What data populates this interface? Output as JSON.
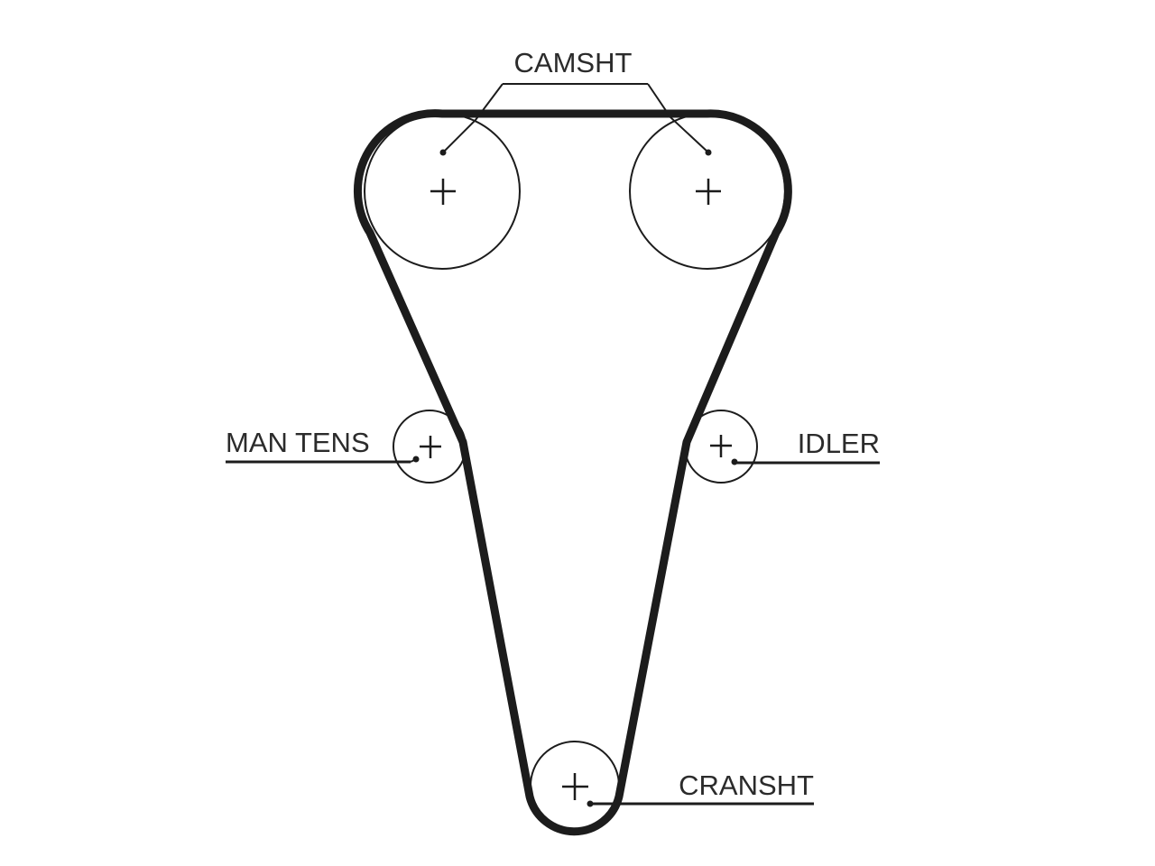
{
  "labels": {
    "camshaft": "CAMSHT",
    "manual_tensioner": "MAN TENS",
    "idler": "IDLER",
    "crankshaft": "CRANSHT"
  },
  "colors": {
    "background": "#ffffff",
    "stroke": "#1c1c1c",
    "text": "#2b2b2b"
  }
}
